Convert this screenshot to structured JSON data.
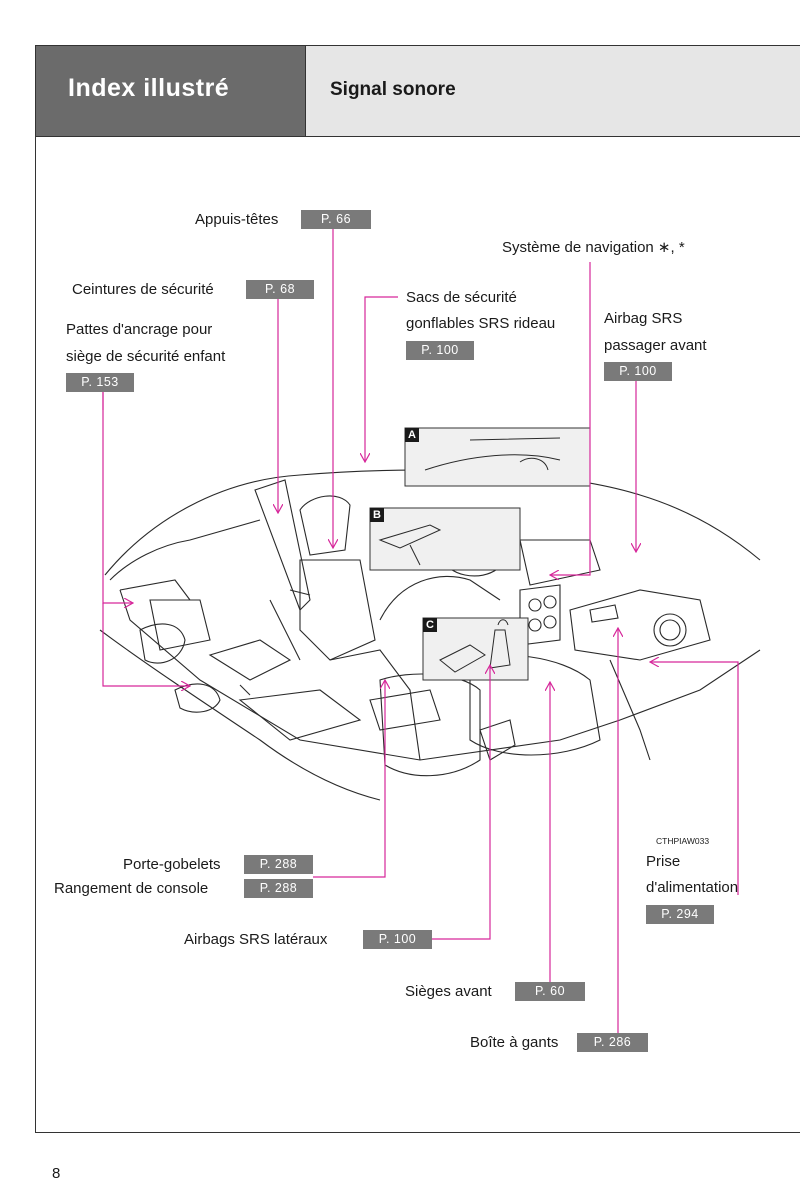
{
  "header": {
    "section": "Index illustré",
    "title": "Signal sonore"
  },
  "callouts": {
    "appuis_tetes": {
      "label": "Appuis-têtes",
      "page": "P. 66"
    },
    "ceintures": {
      "label": "Ceintures de sécurité",
      "page": "P. 68"
    },
    "pattes_line1": "Pattes d'ancrage pour",
    "pattes_line2": "siège de sécurité enfant",
    "pattes_page": "P. 153",
    "sacs_line1": "Sacs de sécurité",
    "sacs_line2": "gonflables SRS rideau",
    "sacs_page": "P. 100",
    "navigation": "Système de navigation ∗, *",
    "airbag_line1": "Airbag SRS",
    "airbag_line2": "passager avant",
    "airbag_page": "P. 100",
    "porte_gobelets": {
      "label": "Porte-gobelets",
      "page": "P. 288"
    },
    "rangement": {
      "label": "Rangement de console",
      "page": "P. 288"
    },
    "airbags_lateraux": {
      "label": "Airbags SRS latéraux",
      "page": "P. 100"
    },
    "sieges_avant": {
      "label": "Sièges avant",
      "page": "P. 60"
    },
    "boite_gants": {
      "label": "Boîte à gants",
      "page": "P. 286"
    },
    "prise_line1": "Prise",
    "prise_line2": "d'alimentation",
    "prise_page": "P. 294"
  },
  "insets": {
    "a": "A",
    "b": "B",
    "c": "C"
  },
  "figure_code": "CTHPIAW033",
  "page_number": "8",
  "colors": {
    "leader_line": "#d6279a",
    "header_dark": "#6b6b6b",
    "header_light": "#e6e6e6",
    "ref_box": "#7a7a7a"
  }
}
